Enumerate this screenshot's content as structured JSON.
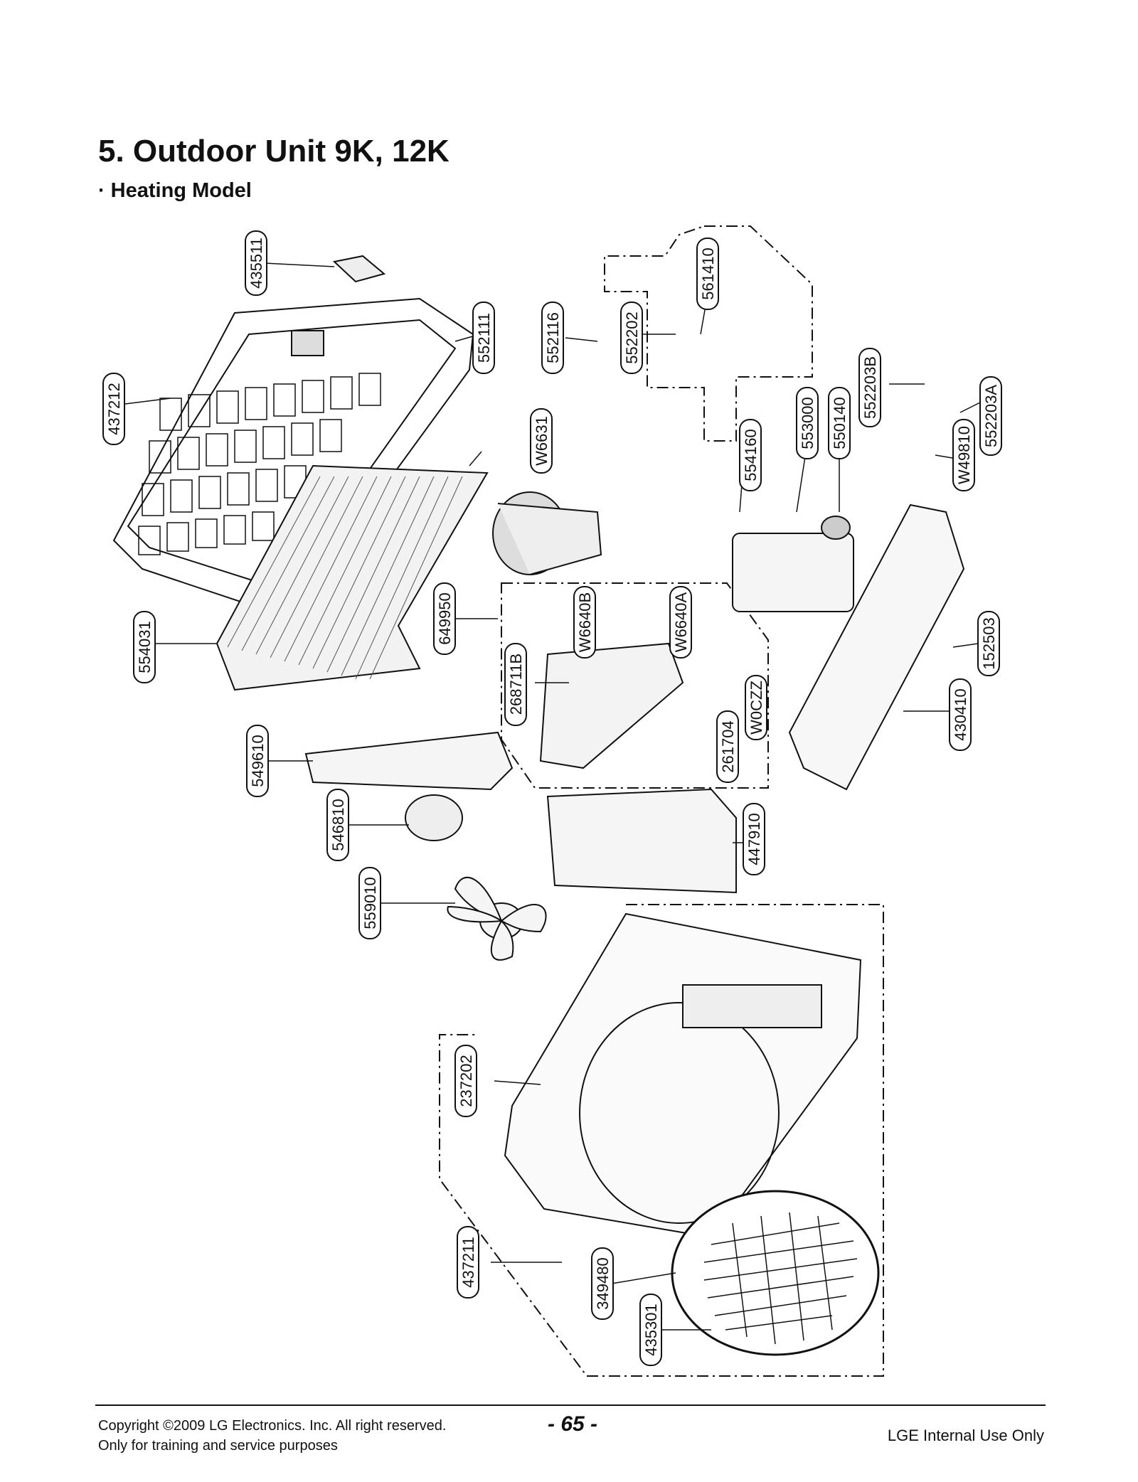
{
  "header": {
    "title": "5. Outdoor Unit  9K, 12K",
    "subtitle": "Heating Model",
    "subtitle_bullet": "·"
  },
  "parts": [
    {
      "label": "435511"
    },
    {
      "label": "437212"
    },
    {
      "label": "552111"
    },
    {
      "label": "552116"
    },
    {
      "label": "552202"
    },
    {
      "label": "561410"
    },
    {
      "label": "W6631"
    },
    {
      "label": "554160"
    },
    {
      "label": "553000"
    },
    {
      "label": "550140"
    },
    {
      "label": "552203B"
    },
    {
      "label": "552203A"
    },
    {
      "label": "W49810"
    },
    {
      "label": "649950"
    },
    {
      "label": "W6640B"
    },
    {
      "label": "W6640A"
    },
    {
      "label": "268711B"
    },
    {
      "label": "W0CZZ"
    },
    {
      "label": "261704"
    },
    {
      "label": "554031"
    },
    {
      "label": "152503"
    },
    {
      "label": "430410"
    },
    {
      "label": "549610"
    },
    {
      "label": "546810"
    },
    {
      "label": "447910"
    },
    {
      "label": "559010"
    },
    {
      "label": "237202"
    },
    {
      "label": "437211"
    },
    {
      "label": "349480"
    },
    {
      "label": "435301"
    }
  ],
  "footer": {
    "copyright_line1": "Copyright ©2009 LG Electronics. Inc. All right reserved.",
    "copyright_line2": "Only for training and service purposes",
    "page_number": "- 65 -",
    "internal": "LGE Internal Use Only"
  }
}
